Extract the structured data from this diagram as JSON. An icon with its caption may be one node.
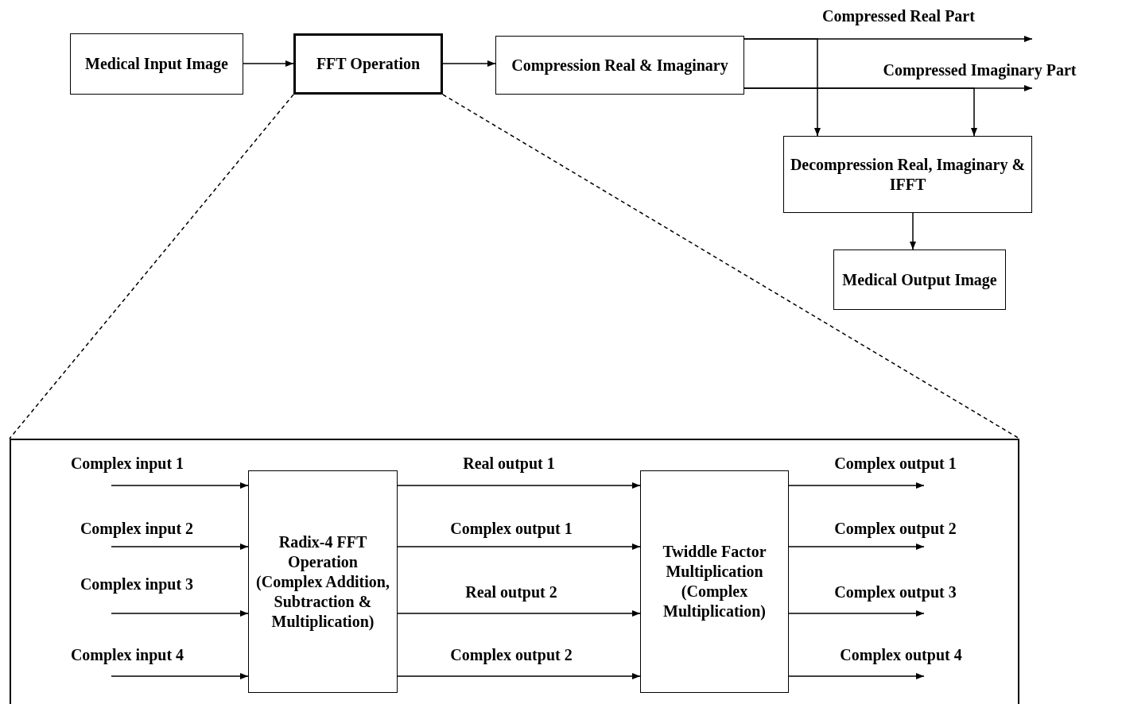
{
  "diagram": {
    "nodes": [
      {
        "text": [
          "Medical Input Image"
        ]
      },
      {
        "text": [
          "FFT Operation"
        ]
      },
      {
        "text": [
          "Compression Real & Imaginary"
        ]
      },
      {
        "text": [
          "Decompression Real, Imaginary & IFFT"
        ]
      },
      {
        "text": [
          "Medical Output Image"
        ]
      },
      {
        "text": [],
        "shape": "box"
      },
      {
        "text": [
          "Radix-4 FFT Operation (Complex Addition, Subtraction & Multiplication)"
        ],
        "in": 5
      },
      {
        "text": [
          "Twiddle Factor Multiplication (Complex Multiplication)"
        ],
        "in": 5
      }
    ],
    "edges": [
      {
        "from": 0,
        "to": 1,
        "arrow": "to"
      },
      {
        "from": 1,
        "to": 2,
        "arrow": "to"
      },
      {
        "from": 2,
        "to": null,
        "arrow": "to",
        "label": "Compressed Real Part"
      },
      {
        "from": 2,
        "to": null,
        "arrow": "to",
        "label": "Compressed Imaginary Part"
      },
      {
        "from": 2,
        "to": 3,
        "arrow": "to"
      },
      {
        "from": 2,
        "to": 3,
        "arrow": "to"
      },
      {
        "from": 3,
        "to": 4,
        "arrow": "to"
      },
      {
        "from": 1,
        "to": 5,
        "arrow": "none",
        "style": "dashed"
      },
      {
        "from": 1,
        "to": 5,
        "arrow": "none",
        "style": "dashed"
      },
      {
        "from": null,
        "to": 6,
        "arrow": "to",
        "label": "Complex input 1"
      },
      {
        "from": null,
        "to": 6,
        "arrow": "to",
        "label": "Complex input 2"
      },
      {
        "from": null,
        "to": 6,
        "arrow": "to",
        "label": "Complex input 3"
      },
      {
        "from": null,
        "to": 6,
        "arrow": "to",
        "label": "Complex input 4"
      },
      {
        "from": 6,
        "to": 7,
        "arrow": "to",
        "label": "Real output 1"
      },
      {
        "from": 6,
        "to": 7,
        "arrow": "to",
        "label": "Complex output 1"
      },
      {
        "from": 6,
        "to": 7,
        "arrow": "to",
        "label": "Real output 2"
      },
      {
        "from": 6,
        "to": 7,
        "arrow": "to",
        "label": "Complex output 2"
      },
      {
        "from": 7,
        "to": null,
        "arrow": "to",
        "label": "Complex output 1"
      },
      {
        "from": 7,
        "to": null,
        "arrow": "to",
        "label": "Complex output 2"
      },
      {
        "from": 7,
        "to": null,
        "arrow": "to",
        "label": "Complex output 3"
      },
      {
        "from": 7,
        "to": null,
        "arrow": "to",
        "label": "Complex output 4"
      }
    ]
  }
}
